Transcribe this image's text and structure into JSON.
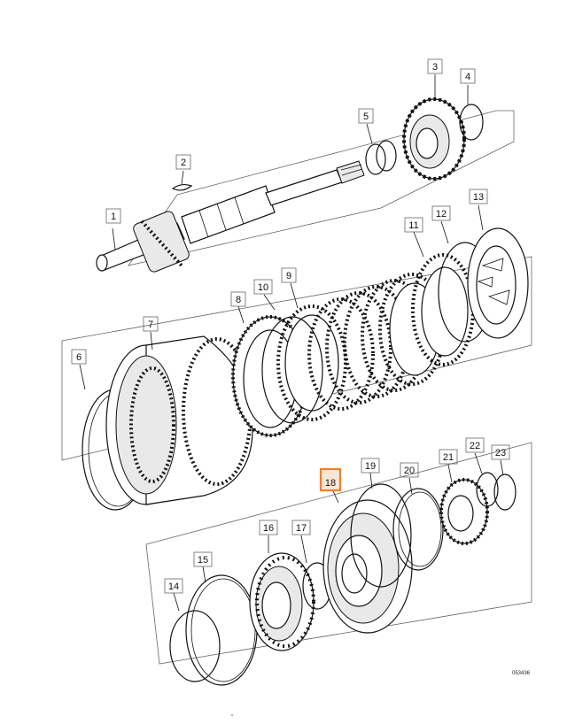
{
  "diagram": {
    "reference_code": "053436",
    "highlight_color": "#f07f2c",
    "selected_callout": "18",
    "callouts": [
      {
        "id": "c1",
        "text": "1"
      },
      {
        "id": "c2",
        "text": "2"
      },
      {
        "id": "c3",
        "text": "3"
      },
      {
        "id": "c4",
        "text": "4"
      },
      {
        "id": "c5",
        "text": "5"
      },
      {
        "id": "c6",
        "text": "6"
      },
      {
        "id": "c7",
        "text": "7"
      },
      {
        "id": "c8",
        "text": "8"
      },
      {
        "id": "c9",
        "text": "9"
      },
      {
        "id": "c10",
        "text": "10"
      },
      {
        "id": "c11",
        "text": "11"
      },
      {
        "id": "c12",
        "text": "12"
      },
      {
        "id": "c13",
        "text": "13"
      },
      {
        "id": "c14",
        "text": "14"
      },
      {
        "id": "c15",
        "text": "15"
      },
      {
        "id": "c16",
        "text": "16"
      },
      {
        "id": "c17",
        "text": "17"
      },
      {
        "id": "c18",
        "text": "18"
      },
      {
        "id": "c19",
        "text": "19"
      },
      {
        "id": "c20",
        "text": "20"
      },
      {
        "id": "c21",
        "text": "21"
      },
      {
        "id": "c22",
        "text": "22"
      },
      {
        "id": "c23",
        "text": "23"
      }
    ]
  }
}
